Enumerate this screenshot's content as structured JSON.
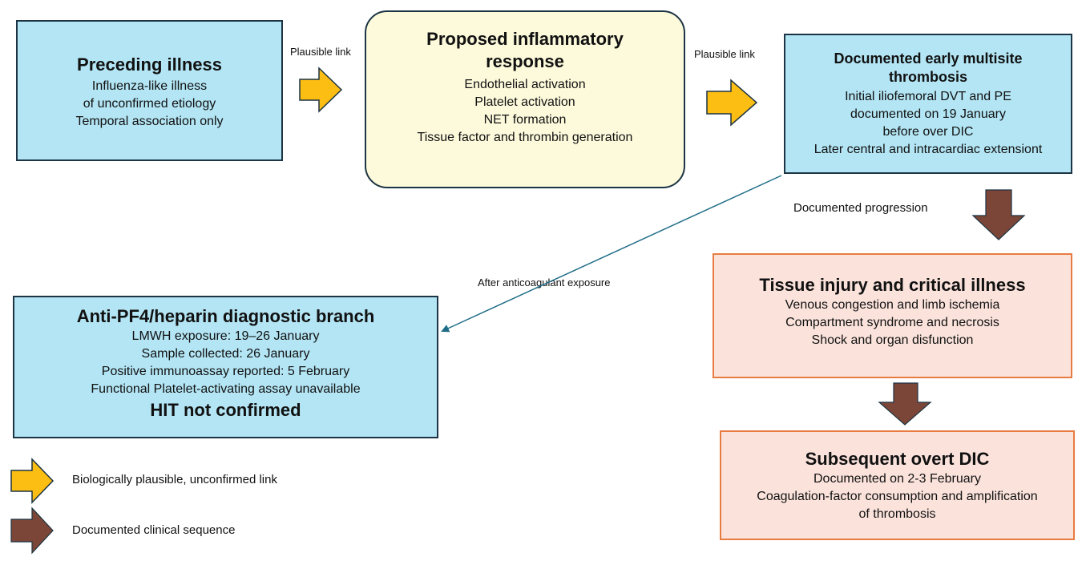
{
  "colors": {
    "blue_box": "#b3e5f4",
    "cream_box": "#fdfadc",
    "peach_box": "#fbe3dc",
    "dark_border": "#1c3443",
    "orange_border": "#e87b3f",
    "yellow_arrow": "#fcbe13",
    "brown_arrow": "#7b4637",
    "teal_connector": "#1f6c87"
  },
  "boxes": {
    "preceding_illness": {
      "title": "Preceding illness",
      "lines": [
        "Influenza-like illness",
        "of unconfirmed etiology",
        "Temporal association only"
      ]
    },
    "inflammatory_response": {
      "title_line1": "Proposed inflammatory",
      "title_line2": "response",
      "lines": [
        "Endothelial activation",
        "Platelet activation",
        "NET formation",
        "Tissue factor and thrombin generation"
      ]
    },
    "early_thrombosis": {
      "title_line1": "Documented early multisite",
      "title_line2": "thrombosis",
      "lines": [
        "Initial iliofemoral DVT and PE",
        "documented on 19 January",
        "before over DIC",
        "Later central and intracardiac extensiont"
      ]
    },
    "anti_pf4": {
      "title": "Anti-PF4/heparin diagnostic branch",
      "lines": [
        "LMWH exposure: 19–26 January",
        "Sample collected: 26 January",
        "Positive immunoassay reported: 5 February",
        "Functional Platelet-activating assay unavailable"
      ],
      "conclusion": "HIT not confirmed"
    },
    "tissue_injury": {
      "title": "Tissue injury and critical illness",
      "lines": [
        "Venous congestion and limb ischemia",
        "Compartment syndrome and necrosis",
        "Shock and organ disfunction"
      ]
    },
    "overt_dic": {
      "title": "Subsequent overt DIC",
      "lines": [
        "Documented on 2-3 February",
        "Coagulation-factor consumption and amplification",
        "of thrombosis"
      ]
    }
  },
  "labels": {
    "plausible_link_1": "Plausible link",
    "plausible_link_2": "Plausible link",
    "documented_progression": "Documented progression",
    "after_anticoagulant": "After anticoagulant exposure"
  },
  "legend": {
    "yellow": "Biologically plausible, unconfirmed link",
    "brown": "Documented clinical sequence"
  }
}
